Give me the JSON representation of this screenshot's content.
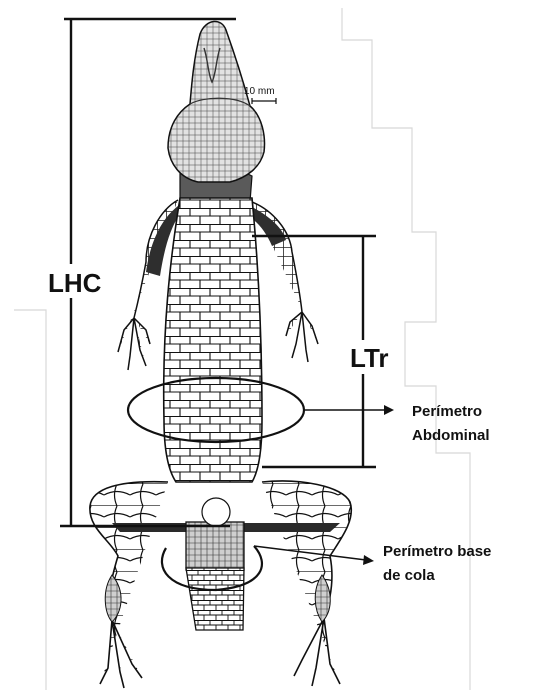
{
  "figure": {
    "labels": {
      "lhc": "LHC",
      "ltr": "LTr",
      "scale_bar": "10 mm",
      "abdominal_perimeter": [
        "Perímetro",
        "Abdominal"
      ],
      "tail_base_perimeter": [
        "Perímetro base",
        "de cola"
      ]
    },
    "colors": {
      "line": "#111111",
      "scales_fill": "#ffffff",
      "head_fill": "#dcdcdc",
      "shadow": "#2a2a2a"
    }
  }
}
